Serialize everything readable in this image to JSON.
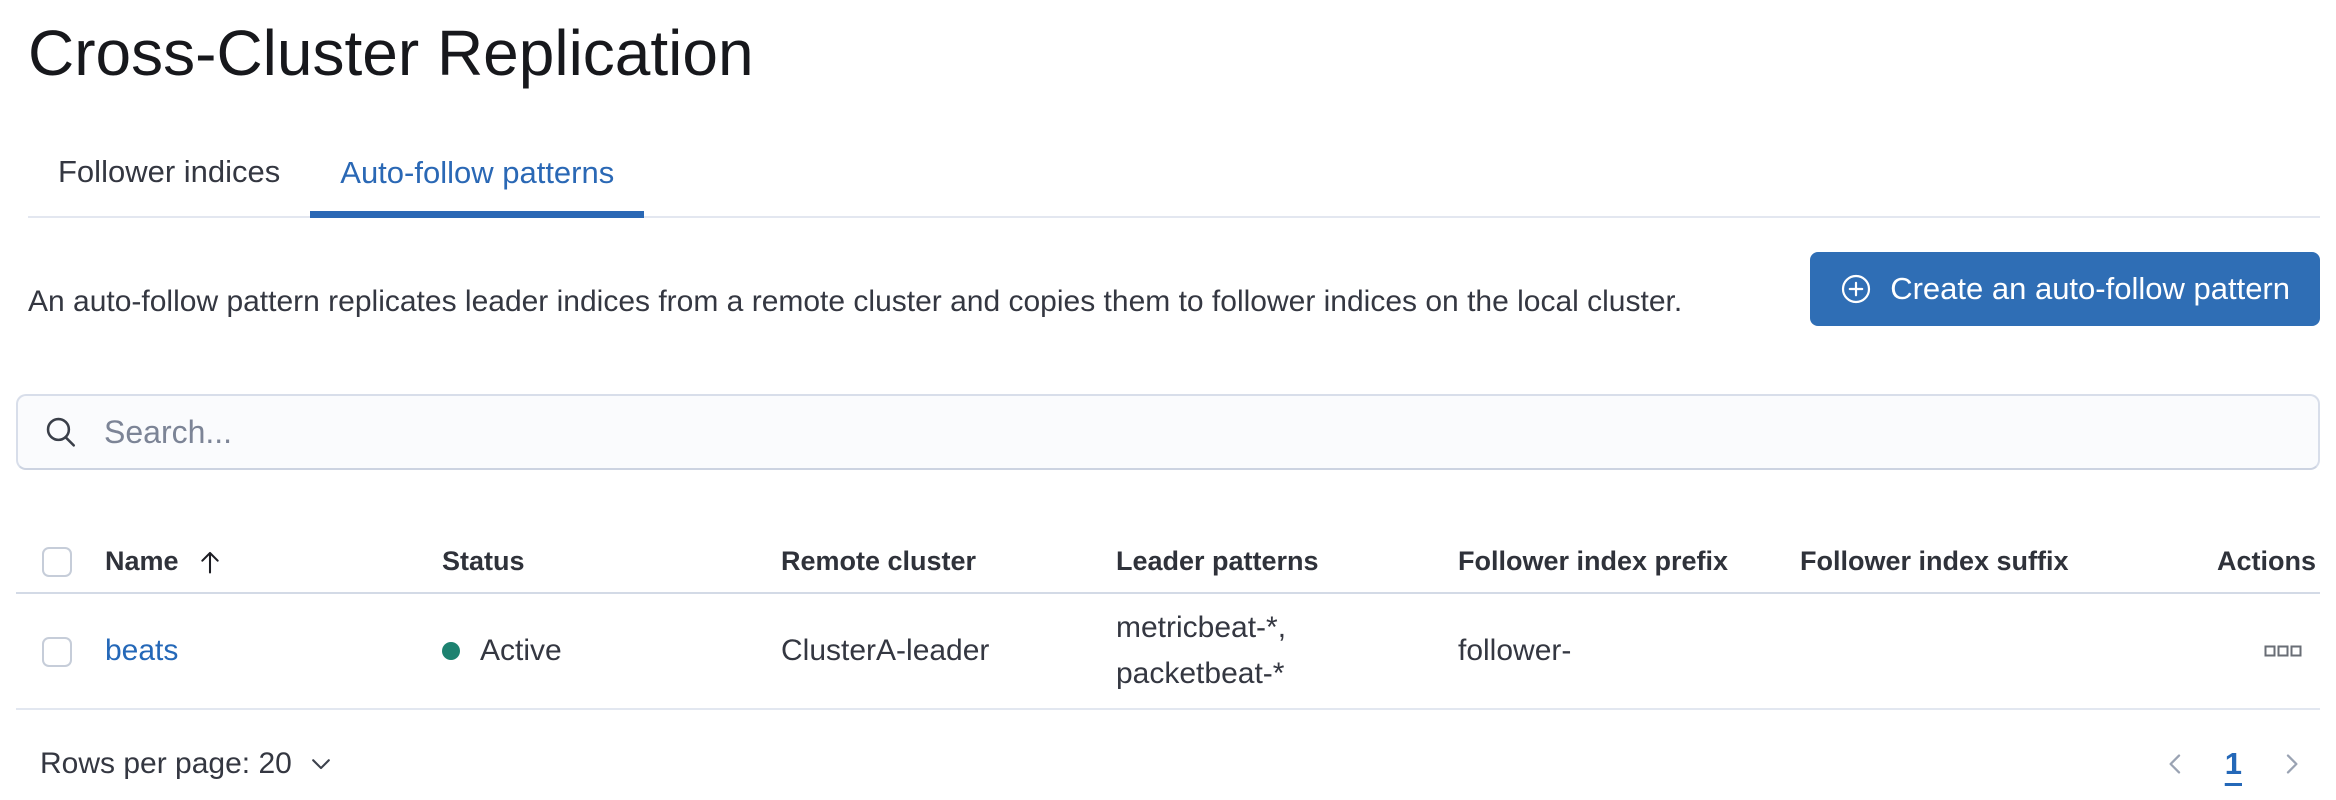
{
  "page": {
    "title": "Cross-Cluster Replication"
  },
  "tabs": [
    {
      "label": "Follower indices",
      "active": false
    },
    {
      "label": "Auto-follow patterns",
      "active": true
    }
  ],
  "intro": {
    "description": "An auto-follow pattern replicates leader indices from a remote cluster and copies them to follower indices on the local cluster.",
    "create_button_label": "Create an auto-follow pattern",
    "create_button_icon": "plus-in-circle-icon"
  },
  "search": {
    "placeholder": "Search...",
    "value": "",
    "icon": "search-icon"
  },
  "table": {
    "columns": {
      "name": "Name",
      "status": "Status",
      "remote_cluster": "Remote cluster",
      "leader_patterns": "Leader patterns",
      "follower_index_prefix": "Follower index prefix",
      "follower_index_suffix": "Follower index suffix",
      "actions": "Actions"
    },
    "sort": {
      "column": "Name",
      "direction": "ascending",
      "icon": "sort-ascending-arrow-icon"
    },
    "rows": [
      {
        "name": "beats",
        "status": "Active",
        "remote_cluster": "ClusterA-leader",
        "leader_patterns": "metricbeat-*,\npacketbeat-*",
        "follower_index_prefix": "follower-",
        "follower_index_suffix": "",
        "actions_icon": "boxes-horizontal-icon"
      }
    ]
  },
  "footer": {
    "rows_per_page": "Rows per page: 20",
    "pagination": {
      "previous_icon": "chevron-left-icon",
      "current_page": "1",
      "next_icon": "chevron-right-icon"
    }
  },
  "colors": {
    "primary_button_bg": "#2f6eb5",
    "active_tab_blue": "#2a68b5",
    "link_blue": "#2468b8",
    "status_active_dot": "#1d8270"
  }
}
